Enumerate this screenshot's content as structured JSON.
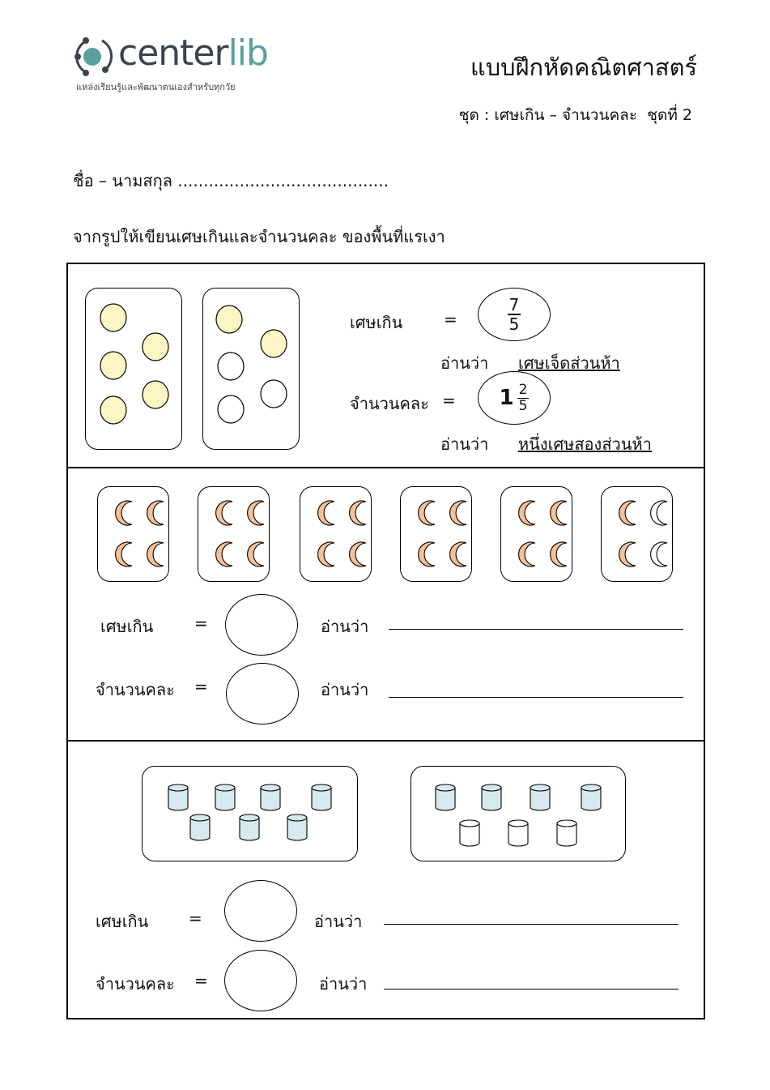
{
  "header": {
    "logo_text_dark": "center",
    "logo_text_accent": "lib",
    "logo_tagline": "แหล่งเรียนรู้และพัฒนาตนเองสำหรับทุกวัย",
    "title": "แบบฝึกหัดคณิตศาสตร์",
    "subtitle": "ชุด : เศษเกิน – จำนวนคละ  ชุดที่ 2"
  },
  "name_line": "ชื่อ – นามสกุล .........................................",
  "instruction": "จากรูปให้เขียนเศษเกินและจำนวนคละ ของพื้นที่แรเงา",
  "labels": {
    "improper": "เศษเกิน",
    "mixed": "จำนวนคละ",
    "equals": "=",
    "read_as": "อ่านว่า"
  },
  "colors": {
    "circle_fill": "#fdf6c4",
    "moon_fill": "#f6c198",
    "cylinder_fill": "#d6e9ef",
    "logo_dark": "#3a4250",
    "logo_accent": "#5aa19b"
  },
  "example": {
    "improper_numerator": "7",
    "improper_denominator": "5",
    "improper_reading": "เศษเจ็ดส่วนห้า",
    "mixed_whole": "1",
    "mixed_numerator": "2",
    "mixed_denominator": "5",
    "mixed_reading": "หนึ่งเศษสองส่วนห้า",
    "shapes": [
      [
        true,
        true,
        true,
        true,
        true
      ],
      [
        true,
        true,
        false,
        false,
        false
      ]
    ]
  },
  "problem1": {
    "shapes": [
      [
        true,
        true,
        true,
        true
      ],
      [
        true,
        true,
        true,
        true
      ],
      [
        true,
        true,
        true,
        true
      ],
      [
        true,
        true,
        true,
        true
      ],
      [
        true,
        true,
        true,
        true
      ],
      [
        true,
        false,
        true,
        false
      ]
    ]
  },
  "problem2": {
    "shapes": [
      [
        true,
        true,
        true,
        true,
        true,
        true,
        true
      ],
      [
        true,
        true,
        true,
        true,
        false,
        false,
        false
      ]
    ]
  }
}
